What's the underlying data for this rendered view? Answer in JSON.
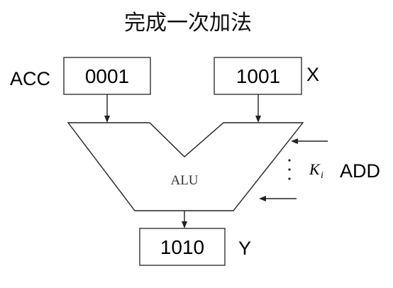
{
  "title": "完成一次加法",
  "acc": {
    "label": "ACC",
    "value": "0001"
  },
  "x_register": {
    "label": "X",
    "value": "1001"
  },
  "alu": {
    "label": "ALU"
  },
  "control": {
    "signal": "K",
    "subscript": "i",
    "operation": "ADD"
  },
  "y_register": {
    "label": "Y",
    "value": "1010"
  },
  "colors": {
    "line": "#222222",
    "text": "#000000"
  }
}
